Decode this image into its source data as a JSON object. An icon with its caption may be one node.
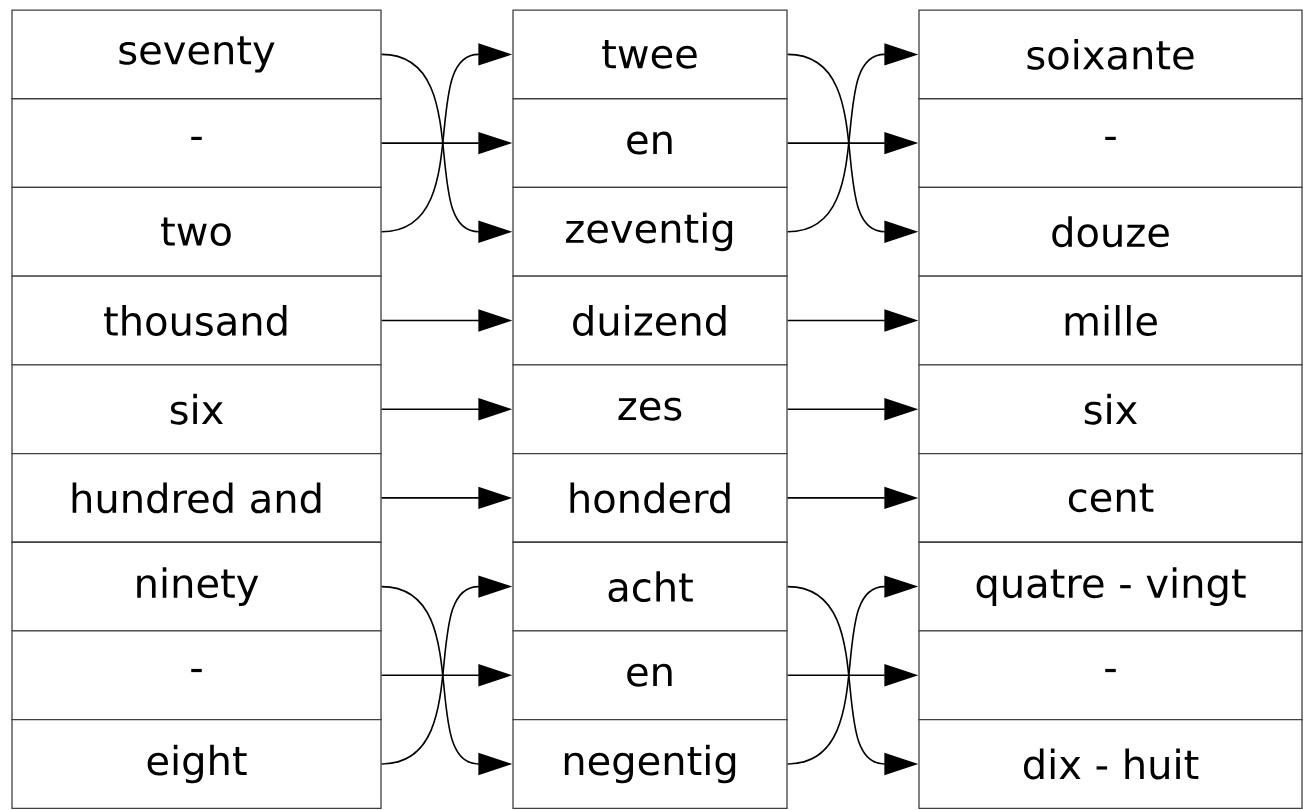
{
  "diagram": {
    "nodes": [
      {
        "text": [
          "seventy"
        ]
      },
      {
        "text": [
          "-"
        ]
      },
      {
        "text": [
          "two"
        ]
      },
      {
        "text": [
          "thousand"
        ]
      },
      {
        "text": [
          "six"
        ]
      },
      {
        "text": [
          "hundred and"
        ]
      },
      {
        "text": [
          "ninety"
        ]
      },
      {
        "text": [
          "-"
        ]
      },
      {
        "text": [
          "eight"
        ]
      },
      {
        "text": [
          "twee"
        ]
      },
      {
        "text": [
          "en"
        ]
      },
      {
        "text": [
          "zeventig"
        ]
      },
      {
        "text": [
          "duizend"
        ]
      },
      {
        "text": [
          "zes"
        ]
      },
      {
        "text": [
          "honderd"
        ]
      },
      {
        "text": [
          "acht"
        ]
      },
      {
        "text": [
          "en"
        ]
      },
      {
        "text": [
          "negentig"
        ]
      },
      {
        "text": [
          "soixante"
        ]
      },
      {
        "text": [
          "-"
        ]
      },
      {
        "text": [
          "douze"
        ]
      },
      {
        "text": [
          "mille"
        ]
      },
      {
        "text": [
          "six"
        ]
      },
      {
        "text": [
          "cent"
        ]
      },
      {
        "text": [
          "quatre - vingt"
        ]
      },
      {
        "text": [
          "-"
        ]
      },
      {
        "text": [
          "dix - huit"
        ]
      }
    ],
    "edges": [
      {
        "from": 0,
        "to": 11,
        "arrow": "to"
      },
      {
        "from": 1,
        "to": 10,
        "arrow": "to"
      },
      {
        "from": 2,
        "to": 9,
        "arrow": "to"
      },
      {
        "from": 3,
        "to": 12,
        "arrow": "to"
      },
      {
        "from": 4,
        "to": 13,
        "arrow": "to"
      },
      {
        "from": 5,
        "to": 14,
        "arrow": "to"
      },
      {
        "from": 6,
        "to": 17,
        "arrow": "to"
      },
      {
        "from": 7,
        "to": 16,
        "arrow": "to"
      },
      {
        "from": 8,
        "to": 15,
        "arrow": "to"
      },
      {
        "from": 9,
        "to": 20,
        "arrow": "to"
      },
      {
        "from": 10,
        "to": 19,
        "arrow": "to"
      },
      {
        "from": 11,
        "to": 18,
        "arrow": "to"
      },
      {
        "from": 12,
        "to": 21,
        "arrow": "to"
      },
      {
        "from": 13,
        "to": 22,
        "arrow": "to"
      },
      {
        "from": 14,
        "to": 23,
        "arrow": "to"
      },
      {
        "from": 15,
        "to": 26,
        "arrow": "to"
      },
      {
        "from": 16,
        "to": 25,
        "arrow": "to"
      },
      {
        "from": 17,
        "to": 24,
        "arrow": "to"
      }
    ]
  }
}
